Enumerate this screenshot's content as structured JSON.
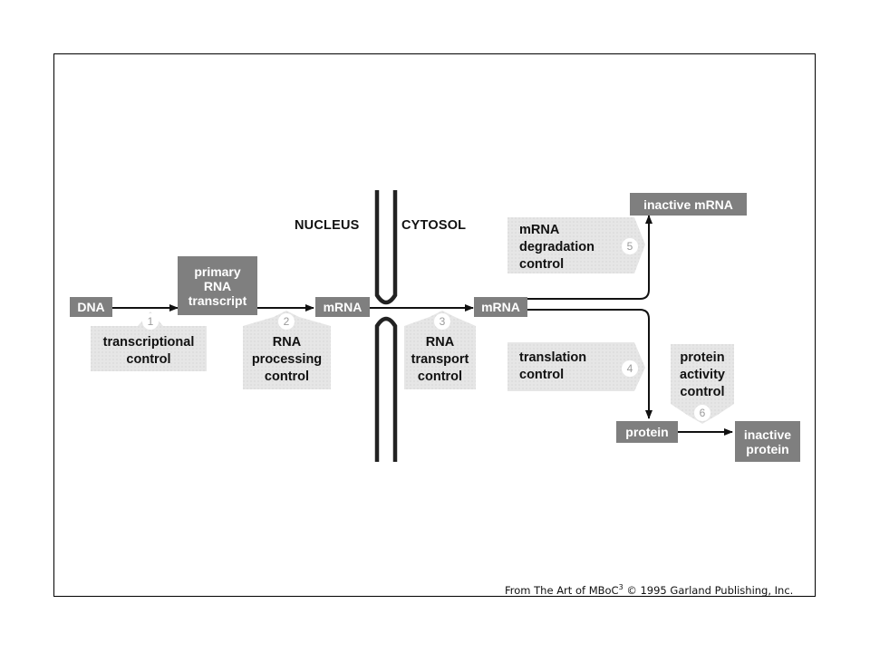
{
  "labels": {
    "nucleus": "NUCLEUS",
    "cytosol": "CYTOSOL"
  },
  "boxes": {
    "dna": "DNA",
    "primary_rna_transcript": [
      "primary",
      "RNA",
      "transcript"
    ],
    "mrna_nucleus": "mRNA",
    "mrna_cytosol": "mRNA",
    "inactive_mrna": "inactive mRNA",
    "protein": "protein",
    "inactive_protein": [
      "inactive",
      "protein"
    ]
  },
  "controls": [
    {
      "number": "1",
      "lines": [
        "transcriptional",
        "control"
      ]
    },
    {
      "number": "2",
      "lines": [
        "RNA",
        "processing",
        "control"
      ]
    },
    {
      "number": "3",
      "lines": [
        "RNA",
        "transport",
        "control"
      ]
    },
    {
      "number": "4",
      "lines": [
        "translation",
        "control"
      ]
    },
    {
      "number": "5",
      "lines": [
        "mRNA",
        "degradation",
        "control"
      ]
    },
    {
      "number": "6",
      "lines": [
        "protein",
        "activity",
        "control"
      ]
    }
  ],
  "credit": {
    "prefix": "From The Art of MBoC",
    "superscript": "3",
    "suffix": " © 1995 Garland Publishing, Inc."
  },
  "colors": {
    "box_fill": "#7f7f7f",
    "control_fill": "#e6e6e6",
    "arrow": "#111111"
  }
}
